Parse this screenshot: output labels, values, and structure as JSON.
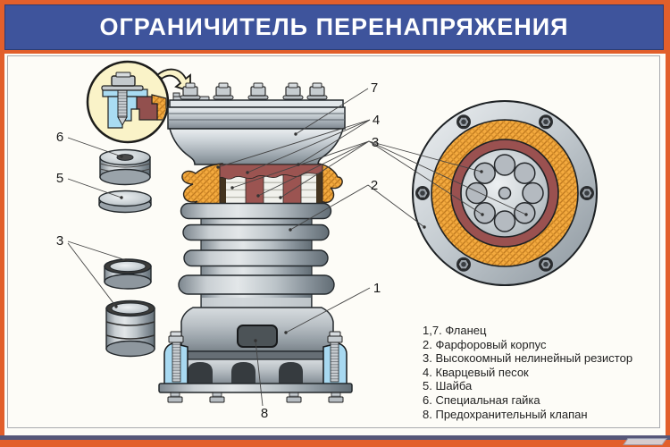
{
  "header": {
    "title": "ОГРАНИЧИТЕЛЬ ПЕРЕНАПРЯЖЕНИЯ"
  },
  "colors": {
    "accent_orange": "#e25f2b",
    "header_blue": "#3e549c",
    "sand_orange": "#f4aa3f",
    "resistor_red": "#9b5451",
    "clamp_blue": "#a8d9f1",
    "porcelain_gray": "#b9c1c6"
  },
  "callouts": {
    "top_flange": "7",
    "quartz_sand": "4",
    "resistor": "3",
    "porcelain_housing": "2",
    "bottom_flange": "1",
    "safety_valve": "8",
    "special_nut": "6",
    "washer": "5",
    "resistor_left": "3"
  },
  "legend": {
    "items": [
      {
        "marker": "1,7.",
        "label": "Фланец"
      },
      {
        "marker": "2.",
        "label": "Фарфоровый корпус"
      },
      {
        "marker": "3.",
        "label": "Высокоомный нелинейный резистор"
      },
      {
        "marker": "4.",
        "label": "Кварцевый песок"
      },
      {
        "marker": "5.",
        "label": "Шайба"
      },
      {
        "marker": "6.",
        "label": "Специальная гайка"
      },
      {
        "marker": "8.",
        "label": "Предохранительный клапан"
      }
    ]
  }
}
